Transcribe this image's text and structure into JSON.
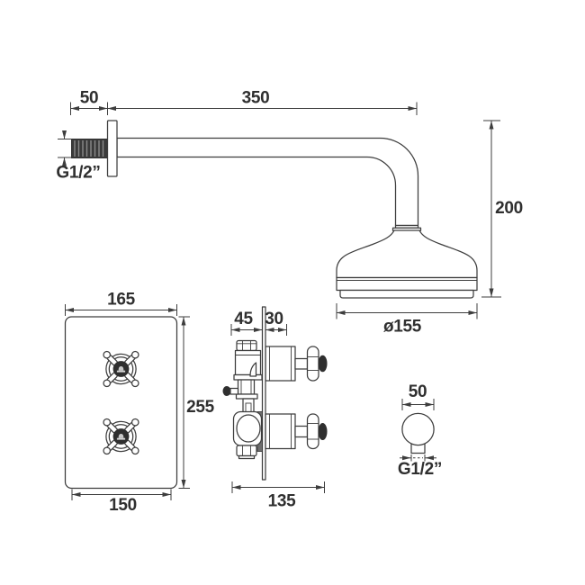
{
  "meta": {
    "background_color": "#ffffff",
    "line_color": "#3d3d3d",
    "text_color": "#2f2f2f",
    "dark_fill_color": "#2f2f2f"
  },
  "top_view": {
    "arm_offset_label": "50",
    "arm_length_label": "350",
    "thread_label": "G1/2”",
    "head_drop_label": "200",
    "head_diameter_label": "ø155"
  },
  "plate_view": {
    "width_label": "165",
    "height_label": "255",
    "base_width_label": "150"
  },
  "valve_side_view": {
    "depth_behind_label": "45",
    "depth_front_label": "30",
    "total_width_label": "135"
  },
  "outlet_view": {
    "diameter_label": "50",
    "thread_label": "G1/2”"
  }
}
